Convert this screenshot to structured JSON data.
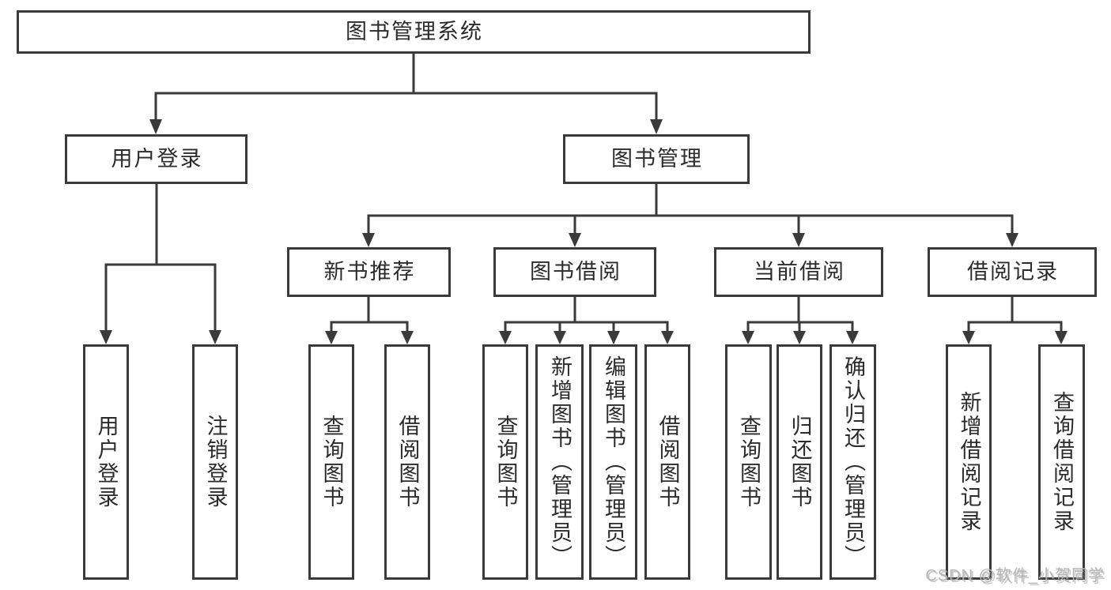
{
  "tree": {
    "label": "图书管理系统",
    "children": [
      {
        "label": "用户登录",
        "children": [
          {
            "label": "用户登录"
          },
          {
            "label": "注销登录"
          }
        ]
      },
      {
        "label": "图书管理",
        "children": [
          {
            "label": "新书推荐",
            "children": [
              {
                "label": "查询图书"
              },
              {
                "label": "借阅图书"
              }
            ]
          },
          {
            "label": "图书借阅",
            "children": [
              {
                "label": "查询图书"
              },
              {
                "label": "新增图书（管理员）"
              },
              {
                "label": "编辑图书（管理员）"
              },
              {
                "label": "借阅图书"
              }
            ]
          },
          {
            "label": "当前借阅",
            "children": [
              {
                "label": "查询图书"
              },
              {
                "label": "归还图书"
              },
              {
                "label": "确认归还（管理员）"
              }
            ]
          },
          {
            "label": "借阅记录",
            "children": [
              {
                "label": "新增借阅记录"
              },
              {
                "label": "查询借阅记录"
              }
            ]
          }
        ]
      }
    ]
  },
  "watermark": "CSDN @软件_小贺同学",
  "colors": {
    "line": "#3a3a3a",
    "box-border": "#3a3a3a",
    "text": "#2b2b2b",
    "watermark": "#b5b5b5",
    "background": "#ffffff"
  }
}
